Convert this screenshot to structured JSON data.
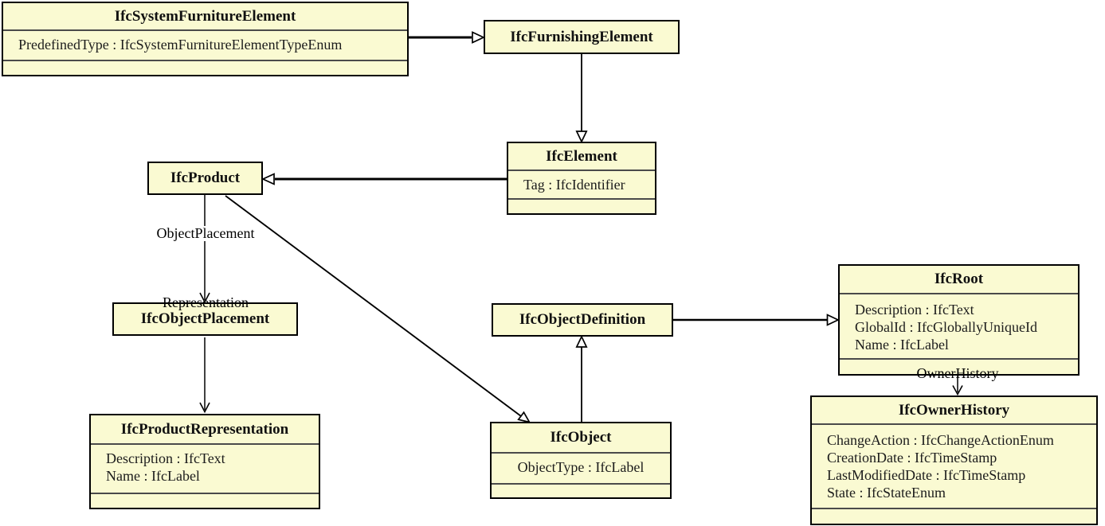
{
  "colors": {
    "class_fill": "#fafad2",
    "class_border": "#000000",
    "compartment_divider": "#4a4a4a",
    "edge": "#000000",
    "background": "#ffffff"
  },
  "classes": [
    {
      "name": "IfcSystemFurnitureElement",
      "attributes": [
        "PredefinedType : IfcSystemFurnitureElementTypeEnum"
      ]
    },
    {
      "name": "IfcFurnishingElement",
      "attributes": []
    },
    {
      "name": "IfcElement",
      "attributes": [
        "Tag : IfcIdentifier"
      ]
    },
    {
      "name": "IfcProduct",
      "attributes": []
    },
    {
      "name": "IfcObjectPlacement",
      "attributes": []
    },
    {
      "name": "IfcProductRepresentation",
      "attributes": [
        "Description : IfcText",
        "Name : IfcLabel"
      ]
    },
    {
      "name": "IfcObjectDefinition",
      "attributes": []
    },
    {
      "name": "IfcObject",
      "attributes": [
        "ObjectType : IfcLabel"
      ]
    },
    {
      "name": "IfcRoot",
      "attributes": [
        "Description : IfcText",
        "GlobalId : IfcGloballyUniqueId",
        "Name : IfcLabel"
      ]
    },
    {
      "name": "IfcOwnerHistory",
      "attributes": [
        "ChangeAction : IfcChangeActionEnum",
        "CreationDate : IfcTimeStamp",
        "LastModifiedDate : IfcTimeStamp",
        "State : IfcStateEnum"
      ]
    }
  ],
  "relationships": [
    {
      "from": "IfcSystemFurnitureElement",
      "to": "IfcFurnishingElement",
      "type": "generalization",
      "label": ""
    },
    {
      "from": "IfcFurnishingElement",
      "to": "IfcElement",
      "type": "generalization",
      "label": ""
    },
    {
      "from": "IfcElement",
      "to": "IfcProduct",
      "type": "generalization",
      "label": ""
    },
    {
      "from": "IfcProduct",
      "to": "IfcObject",
      "type": "generalization",
      "label": ""
    },
    {
      "from": "IfcObject",
      "to": "IfcObjectDefinition",
      "type": "generalization",
      "label": ""
    },
    {
      "from": "IfcObjectDefinition",
      "to": "IfcRoot",
      "type": "generalization",
      "label": ""
    },
    {
      "from": "IfcProduct",
      "to": "IfcObjectPlacement",
      "type": "association",
      "label": "ObjectPlacement"
    },
    {
      "from": "IfcProduct",
      "to": "IfcProductRepresentation",
      "type": "association",
      "label": "Representation"
    },
    {
      "from": "IfcRoot",
      "to": "IfcOwnerHistory",
      "type": "association",
      "label": "OwnerHistory"
    }
  ]
}
